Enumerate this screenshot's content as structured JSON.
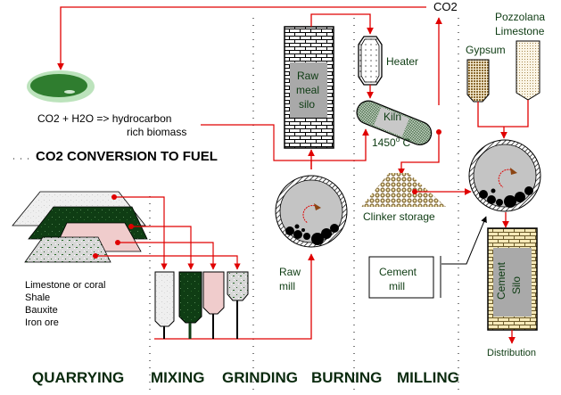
{
  "title": "CO2 CONVERSION TO FUEL",
  "colors": {
    "flow_arrow": "#e00000",
    "label_green": "#0d3b12",
    "silo_fill": "#a9a9a9",
    "clinker": "#8b7340",
    "shale": "#0f3d14",
    "bauxite": "#f0cccc",
    "limestone": "#eeeeee"
  },
  "biomass": {
    "equation": "CO2 + H2O => hydrocarbon",
    "equation_line2": "rich biomass"
  },
  "co2_label": "CO2",
  "quarry": {
    "materials": [
      "Limestone or coral",
      "Shale",
      "Bauxite",
      "Iron ore"
    ]
  },
  "grinding": {
    "raw_meal_silo": [
      "Raw",
      "meal",
      "silo"
    ],
    "raw_mill": [
      "Raw",
      "mill"
    ]
  },
  "burning": {
    "heater": "Heater",
    "kiln": "Kiln",
    "temperature": "1450",
    "temperature_unit_sup": "o",
    "temperature_unit": " C",
    "clinker_storage": "Clinker storage",
    "cement_mill": [
      "Cement",
      "mill"
    ]
  },
  "milling": {
    "pozzolana": "Pozzolana",
    "limestone": "Limestone",
    "gypsum": "Gypsum",
    "cement_silo": [
      "Cement",
      "Silo"
    ],
    "distribution": "Distribution"
  },
  "stages": [
    "QUARRYING",
    "MIXING",
    "GRINDING",
    "BURNING",
    "MILLING"
  ]
}
